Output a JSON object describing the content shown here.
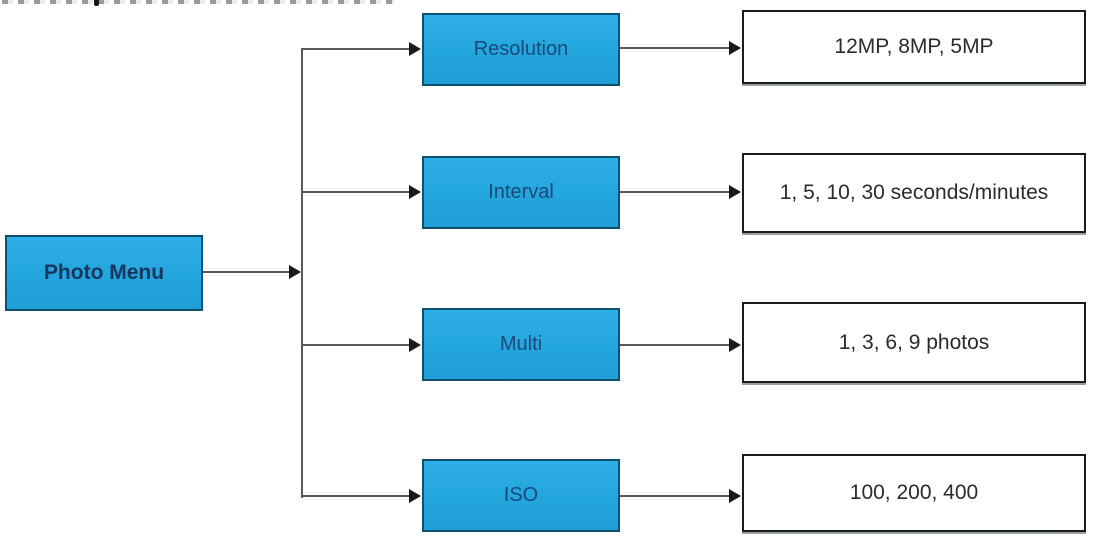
{
  "diagram": {
    "type": "flowchart",
    "description": "Photo Menu settings tree diagram",
    "root": {
      "label": "Photo Menu"
    },
    "branches": [
      {
        "id": "resolution",
        "label": "Resolution",
        "options": "12MP, 8MP, 5MP"
      },
      {
        "id": "interval",
        "label": "Interval",
        "options": "1, 5, 10, 30 seconds/minutes"
      },
      {
        "id": "multi",
        "label": "Multi",
        "options": "1, 3, 6, 9 photos"
      },
      {
        "id": "iso",
        "label": "ISO",
        "options": "100, 200, 400"
      }
    ],
    "colors": {
      "node_fill": "#27a7df",
      "node_border": "#0f4f70",
      "node_text": "#17497a",
      "root_text": "#123760",
      "option_border": "#1c1c1c",
      "option_text": "#2b2b2b",
      "connector_line": "#595959",
      "arrowhead": "#1a1a1a",
      "background": "#ffffff"
    },
    "artifact": "partially cropped illegible text line at top edge"
  }
}
